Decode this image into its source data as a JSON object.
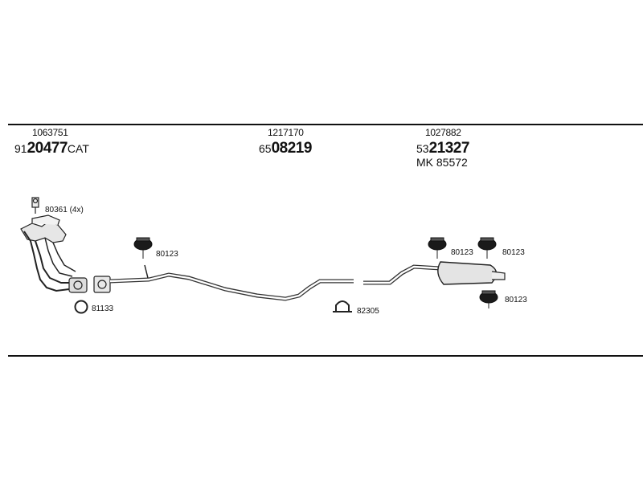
{
  "parts": [
    {
      "ref": "1063751",
      "code_prefix": "91",
      "code_main": "20477",
      "code_suffix": "CAT"
    },
    {
      "ref": "1217170",
      "code_prefix": "65",
      "code_main": "08219",
      "code_suffix": ""
    },
    {
      "ref": "1027882",
      "code_prefix": "53",
      "code_main": "21327",
      "code_suffix": "",
      "extra": "MK  85572"
    }
  ],
  "callouts": {
    "bolt": "80361 (4x)",
    "gasket": "81133",
    "hanger_left": "80123",
    "clamp": "82305",
    "hanger_r1": "80123",
    "hanger_r2": "80123",
    "hanger_r3": "80123"
  }
}
